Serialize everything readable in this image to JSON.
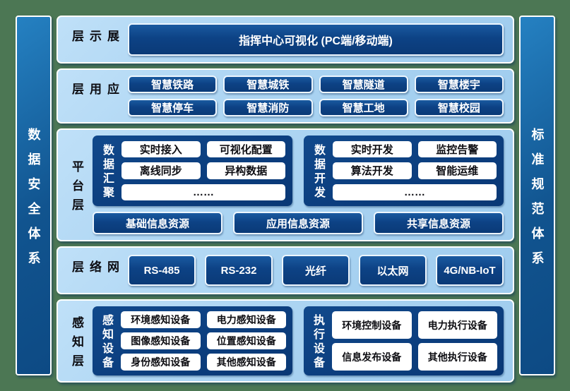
{
  "colors": {
    "background_green": "#4c7754",
    "layer_light_blue": "#abd4f2",
    "box_navy": "#0b3d7d",
    "sidebar_blue": "#11548f",
    "box_border_white": "#ffffff",
    "text_on_navy": "#ffffff",
    "text_on_light": "#0d0d12"
  },
  "sidebar_left": {
    "label": "数据安全体系"
  },
  "sidebar_right": {
    "label": "标准规范体系"
  },
  "display_layer": {
    "label": "展示层",
    "command_center": "指挥中心可视化 (PC端/移动端)"
  },
  "application_layer": {
    "label": "应用层",
    "apps": [
      "智慧铁路",
      "智慧城铁",
      "智慧隧道",
      "智慧楼宇",
      "智慧停车",
      "智慧消防",
      "智慧工地",
      "智慧校园"
    ]
  },
  "platform_layer": {
    "label": "平台层",
    "aggregation": {
      "label": "数据汇聚",
      "buttons": [
        "实时接入",
        "可视化配置",
        "离线同步",
        "异构数据"
      ],
      "ellipsis": "……"
    },
    "development": {
      "label": "数据开发",
      "buttons": [
        "实时开发",
        "监控告警",
        "算法开发",
        "智能运维"
      ],
      "ellipsis": "……"
    },
    "resources": [
      "基础信息资源",
      "应用信息资源",
      "共享信息资源"
    ]
  },
  "network_layer": {
    "label": "网络层",
    "protocols": [
      "RS-485",
      "RS-232",
      "光纤",
      "以太网",
      "4G/NB-IoT"
    ]
  },
  "perception_layer": {
    "label": "感知层",
    "sensing": {
      "label": "感知设备",
      "devices": [
        "环境感知设备",
        "电力感知设备",
        "图像感知设备",
        "位置感知设备",
        "身份感知设备",
        "其他感知设备"
      ]
    },
    "execution": {
      "label": "执行设备",
      "devices": [
        "环境控制设备",
        "电力执行设备",
        "信息发布设备",
        "其他执行设备"
      ]
    }
  }
}
